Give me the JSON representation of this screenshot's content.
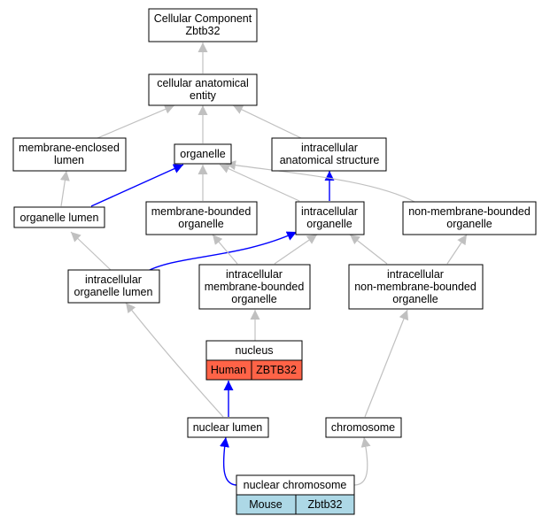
{
  "colors": {
    "gray_edge": "#c0c0c0",
    "blue_edge": "#0000ff",
    "human_fill": "#ff6347",
    "mouse_fill": "#add8e6",
    "node_fill": "#ffffff",
    "node_stroke": "#000000"
  },
  "nodes": {
    "cellular_component": [
      "Cellular Component",
      "Zbtb32"
    ],
    "cellular_anatomical_entity": [
      "cellular anatomical",
      "entity"
    ],
    "membrane_enclosed_lumen": [
      "membrane-enclosed",
      "lumen"
    ],
    "organelle": [
      "organelle"
    ],
    "intracellular_anatomical_structure": [
      "intracellular",
      "anatomical structure"
    ],
    "organelle_lumen": [
      "organelle lumen"
    ],
    "membrane_bounded_organelle": [
      "membrane-bounded",
      "organelle"
    ],
    "intracellular_organelle": [
      "intracellular",
      "organelle"
    ],
    "non_membrane_bounded_organelle": [
      "non-membrane-bounded",
      "organelle"
    ],
    "intracellular_organelle_lumen": [
      "intracellular",
      "organelle lumen"
    ],
    "intracellular_membrane_bounded_organelle": [
      "intracellular",
      "membrane-bounded",
      "organelle"
    ],
    "intracellular_non_membrane_bounded_organelle": [
      "intracellular",
      "non-membrane-bounded",
      "organelle"
    ],
    "nucleus": {
      "label": "nucleus",
      "species": "Human",
      "gene": "ZBTB32"
    },
    "nuclear_lumen": [
      "nuclear lumen"
    ],
    "chromosome": [
      "chromosome"
    ],
    "nuclear_chromosome": {
      "label": "nuclear chromosome",
      "species": "Mouse",
      "gene": "Zbtb32"
    }
  },
  "edges": [
    {
      "from": "cellular_anatomical_entity",
      "to": "cellular_component",
      "color": "gray"
    },
    {
      "from": "membrane_enclosed_lumen",
      "to": "cellular_anatomical_entity",
      "color": "gray"
    },
    {
      "from": "organelle",
      "to": "cellular_anatomical_entity",
      "color": "gray"
    },
    {
      "from": "intracellular_anatomical_structure",
      "to": "cellular_anatomical_entity",
      "color": "gray"
    },
    {
      "from": "organelle_lumen",
      "to": "membrane_enclosed_lumen",
      "color": "gray"
    },
    {
      "from": "organelle_lumen",
      "to": "organelle",
      "color": "blue"
    },
    {
      "from": "membrane_bounded_organelle",
      "to": "organelle",
      "color": "gray"
    },
    {
      "from": "intracellular_organelle",
      "to": "organelle",
      "color": "gray"
    },
    {
      "from": "intracellular_organelle",
      "to": "intracellular_anatomical_structure",
      "color": "blue"
    },
    {
      "from": "non_membrane_bounded_organelle",
      "to": "organelle",
      "color": "gray"
    },
    {
      "from": "intracellular_organelle_lumen",
      "to": "organelle_lumen",
      "color": "gray"
    },
    {
      "from": "intracellular_organelle_lumen",
      "to": "intracellular_organelle",
      "color": "blue"
    },
    {
      "from": "intracellular_membrane_bounded_organelle",
      "to": "membrane_bounded_organelle",
      "color": "gray"
    },
    {
      "from": "intracellular_membrane_bounded_organelle",
      "to": "intracellular_organelle",
      "color": "gray"
    },
    {
      "from": "intracellular_non_membrane_bounded_organelle",
      "to": "intracellular_organelle",
      "color": "gray"
    },
    {
      "from": "intracellular_non_membrane_bounded_organelle",
      "to": "non_membrane_bounded_organelle",
      "color": "gray"
    },
    {
      "from": "nucleus",
      "to": "intracellular_membrane_bounded_organelle",
      "color": "gray"
    },
    {
      "from": "nuclear_lumen",
      "to": "nucleus",
      "color": "blue"
    },
    {
      "from": "nuclear_lumen",
      "to": "intracellular_organelle_lumen",
      "color": "gray"
    },
    {
      "from": "chromosome",
      "to": "intracellular_non_membrane_bounded_organelle",
      "color": "gray"
    },
    {
      "from": "nuclear_chromosome",
      "to": "nuclear_lumen",
      "color": "blue"
    },
    {
      "from": "nuclear_chromosome",
      "to": "chromosome",
      "color": "gray"
    }
  ]
}
